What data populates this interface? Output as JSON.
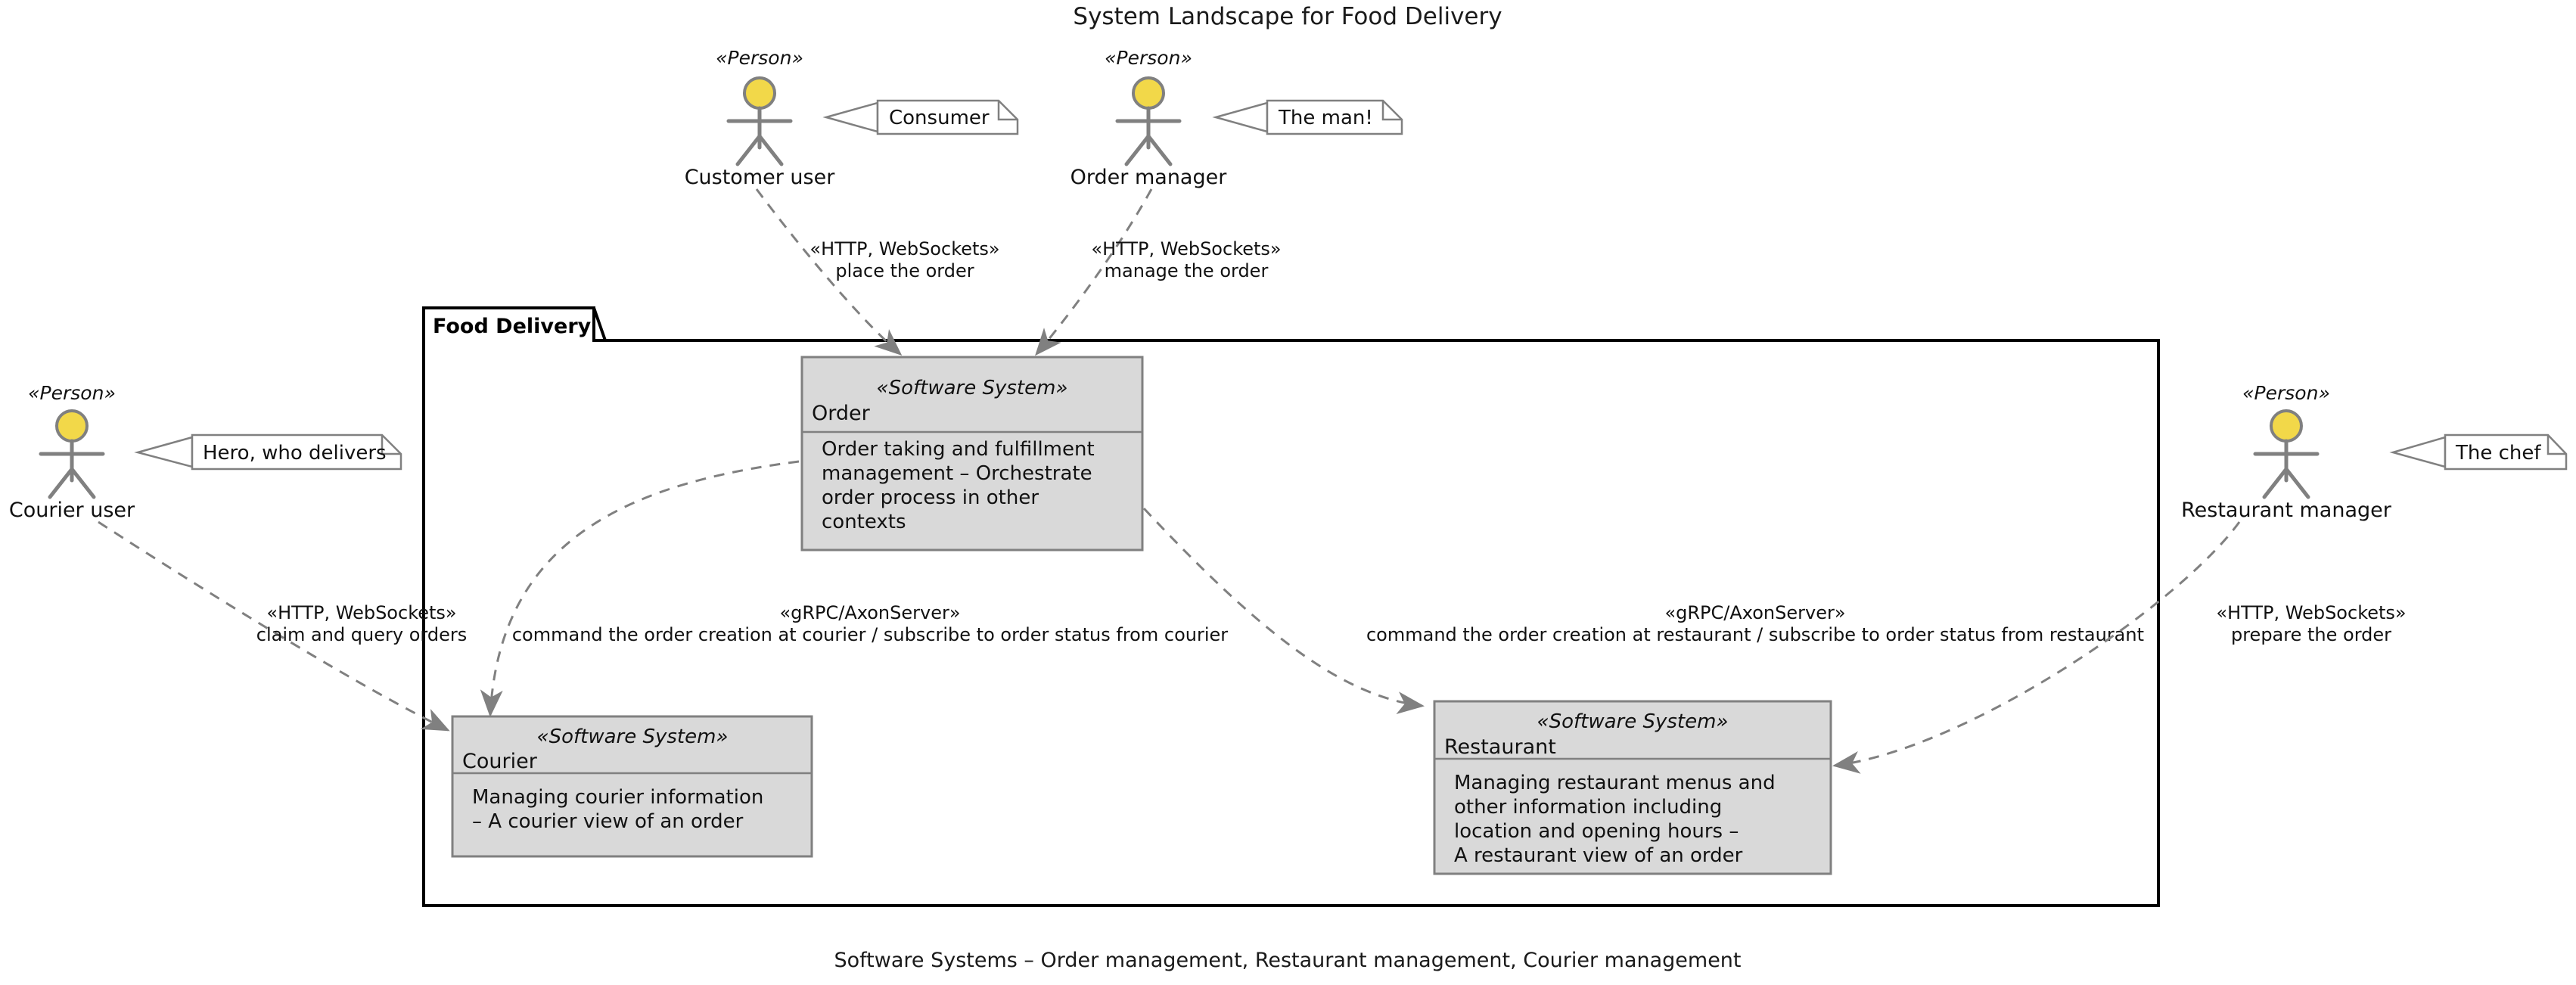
{
  "diagram": {
    "title": "System Landscape for Food Delivery",
    "caption": "Software Systems – Order management, Restaurant management, Courier management",
    "boundary_label": "Food Delivery",
    "person_stereotype": "«Person»",
    "system_stereotype": "«Software System»"
  },
  "actors": [
    {
      "id": "customer-user",
      "name": "Customer user",
      "stereotype": "«Person»"
    },
    {
      "id": "order-manager",
      "name": "Order manager",
      "stereotype": "«Person»"
    },
    {
      "id": "courier-user",
      "name": "Courier user",
      "stereotype": "«Person»"
    },
    {
      "id": "restaurant-manager",
      "name": "Restaurant manager",
      "stereotype": "«Person»"
    }
  ],
  "notes": [
    {
      "id": "note-consumer",
      "text": "Consumer",
      "attached_to": "customer-user"
    },
    {
      "id": "note-the-man",
      "text": "The man!",
      "attached_to": "order-manager"
    },
    {
      "id": "note-hero",
      "text": "Hero, who delivers",
      "attached_to": "courier-user"
    },
    {
      "id": "note-the-chef",
      "text": "The chef",
      "attached_to": "restaurant-manager"
    }
  ],
  "systems": [
    {
      "id": "order",
      "stereotype": "«Software System»",
      "name": "Order",
      "description_lines": [
        "Order taking and fulfillment",
        "management – Orchestrate",
        "order process in other",
        "contexts"
      ]
    },
    {
      "id": "courier",
      "stereotype": "«Software System»",
      "name": "Courier",
      "description_lines": [
        "Managing courier information",
        "– A courier view of an order"
      ]
    },
    {
      "id": "restaurant",
      "stereotype": "«Software System»",
      "name": "Restaurant",
      "description_lines": [
        "Managing restaurant menus and",
        "other information including",
        "location and opening hours –",
        "A restaurant view of an order"
      ]
    }
  ],
  "relationships": [
    {
      "id": "rel-customer-order",
      "from": "customer-user",
      "to": "order",
      "stereotype": "«HTTP, WebSockets»",
      "label": "place the order"
    },
    {
      "id": "rel-ordermanager-order",
      "from": "order-manager",
      "to": "order",
      "stereotype": "«HTTP, WebSockets»",
      "label": "manage the order"
    },
    {
      "id": "rel-courieruser-courier",
      "from": "courier-user",
      "to": "courier",
      "stereotype": "«HTTP, WebSockets»",
      "label": "claim and query orders"
    },
    {
      "id": "rel-order-courier",
      "from": "order",
      "to": "courier",
      "stereotype": "«gRPC/AxonServer»",
      "label": "command the order creation at courier / subscribe to order status from courier"
    },
    {
      "id": "rel-order-restaurant",
      "from": "order",
      "to": "restaurant",
      "stereotype": "«gRPC/AxonServer»",
      "label": "command the order creation at restaurant / subscribe to order status from restaurant"
    },
    {
      "id": "rel-restaurantmanager-restaurant",
      "from": "restaurant-manager",
      "to": "restaurant",
      "stereotype": "«HTTP, WebSockets»",
      "label": "prepare the order"
    }
  ],
  "colors": {
    "actor_head_fill": "#f2d849",
    "actor_stroke": "#808080",
    "system_fill": "#d9d9d9",
    "system_stroke": "#808080",
    "note_fill": "#ffffff",
    "boundary_stroke": "#000000",
    "text": "#111111"
  }
}
